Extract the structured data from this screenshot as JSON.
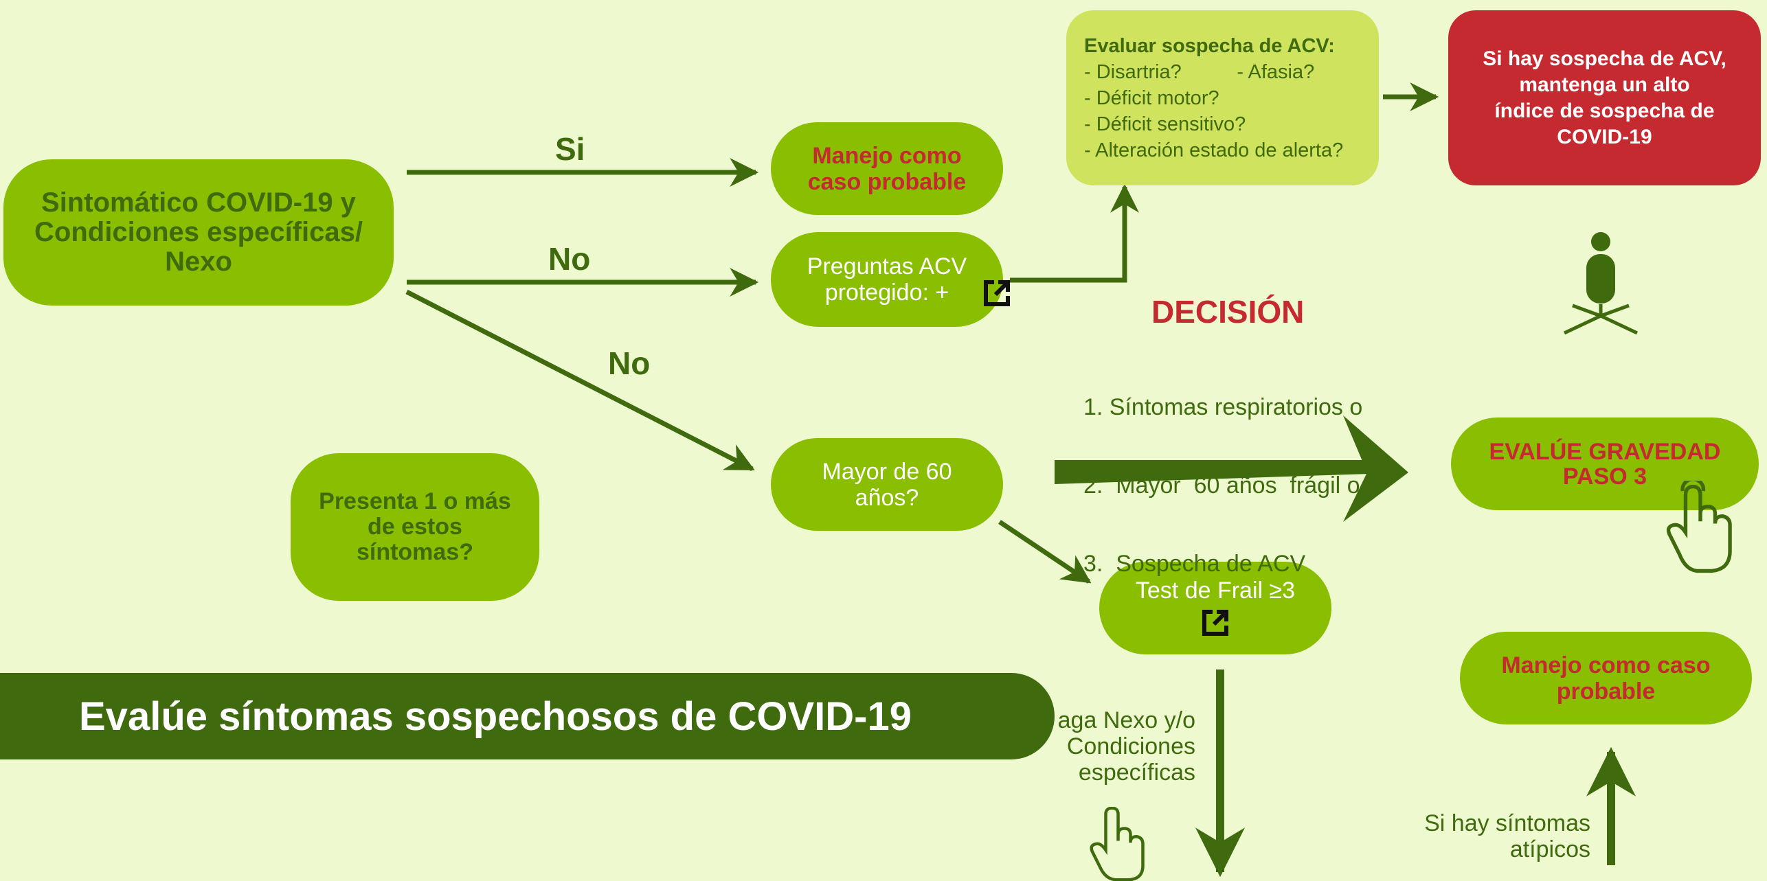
{
  "nodes": {
    "start": "Sintomático COVID-19 y\nCondiciones específicas/\nNexo",
    "manejo_top": "Manejo como\ncaso probable",
    "preguntas": "Preguntas ACV\nprotegido: +",
    "mayor60": "Mayor de 60\naños?",
    "presenta": "Presenta 1 o más\nde estos\nsíntomas?",
    "frail": "Test de Frail ≥3",
    "evalue": "EVALÚE GRAVEDAD\nPASO 3",
    "manejo_bottom": "Manejo como  caso\nprobable",
    "red_box": "Si hay sospecha de ACV,\nmantenga un alto\níndice de sospecha de\nCOVID-19"
  },
  "acv_box": {
    "title": "Evaluar sospecha de ACV:",
    "lines": [
      "- Disartria?          - Afasia?",
      "- Déficit motor?",
      "- Déficit sensitivo?",
      "- Alteración estado de alerta?"
    ]
  },
  "labels": {
    "si": "Si",
    "no1": "No",
    "no2": "No",
    "nexo": "aga Nexo y/o\nCondiciones\nespecíficas",
    "atipicos": "Si hay síntomas\natípicos"
  },
  "decision": {
    "title": "DECISIÓN",
    "items": [
      "1. Síntomas respiratorios o",
      "2.  Mayor  60 años  frágil o",
      "3.  Sospecha de ACV"
    ]
  },
  "banner": "Evalúe síntomas sospechosos de COVID-19",
  "colors": {
    "background": "#eef9cf",
    "node_green": "#8abe01",
    "dark_green": "#3f6a0e",
    "acv_box": "#cfe35f",
    "red": "#c42a30"
  },
  "icons": [
    "external-link-icon",
    "hand-pointer-icon",
    "person-icon"
  ]
}
